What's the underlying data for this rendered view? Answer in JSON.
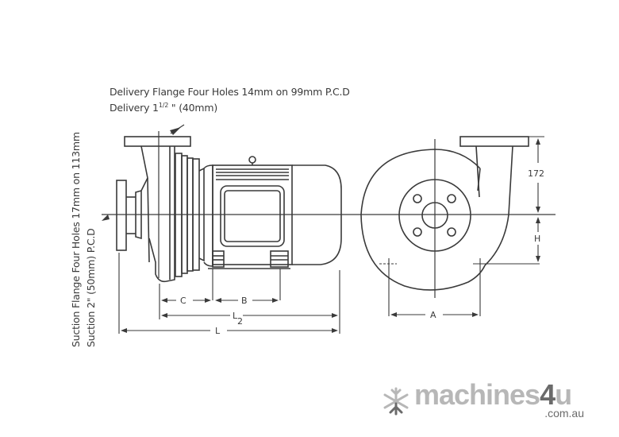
{
  "notes": {
    "delivery_flange": "Delivery Flange Four Holes 14mm on 99mm  P.C.D",
    "delivery_size_prefix": "Delivery 1",
    "delivery_size_fraction": "1/2",
    "delivery_size_suffix": " \" (40mm)",
    "suction_flange": "Suction Flange Four Holes 17mm on 113mm",
    "suction_size": "Suction 2\" (50mm) P.C.D"
  },
  "dimensions": {
    "c": "C",
    "b": "B",
    "l2_main": "L",
    "l2_sub": "2",
    "l": "L",
    "a": "A",
    "h": "H",
    "height_172": "172"
  },
  "colors": {
    "line": "#3a3a3a",
    "logo_light": "#b7b7b7",
    "logo_dark": "#6b6b6b"
  },
  "logo": {
    "brand": "machines",
    "brand_number": "4",
    "brand_suffix": "u",
    "domain": ".com.au",
    "icon": "snowflake-icon"
  }
}
